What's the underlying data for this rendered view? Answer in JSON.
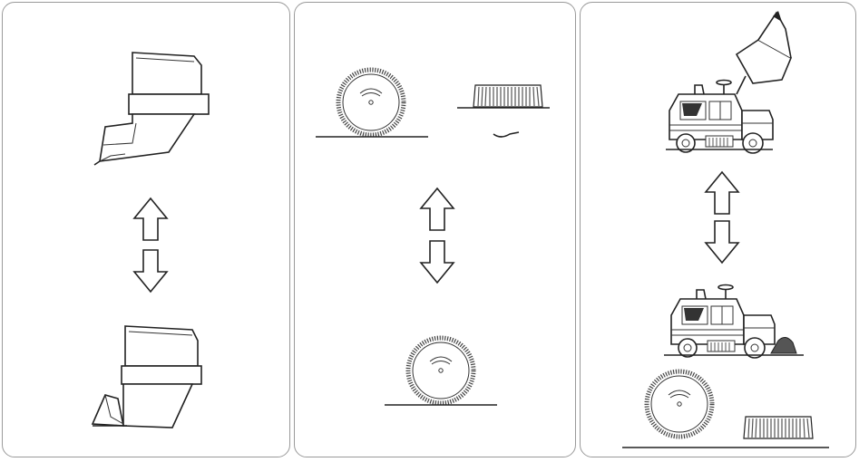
{
  "colors": {
    "panel_border": "#9a9a9a",
    "line": "#222222",
    "bristle": "#555555"
  },
  "panels": [
    {
      "id": "hopper-position",
      "icons": [
        "hopper-raised-icon",
        "up-arrow-icon",
        "down-arrow-icon",
        "hopper-lowered-icon"
      ]
    },
    {
      "id": "brush-position",
      "icons": [
        "side-brush-icon",
        "main-brush-icon",
        "up-arrow-icon",
        "down-arrow-icon",
        "side-brush-lowered-icon"
      ]
    },
    {
      "id": "sweeper-operation",
      "icons": [
        "sweeper-dumping-icon",
        "up-arrow-icon",
        "down-arrow-icon",
        "sweeper-sweeping-icon",
        "side-brush-icon",
        "main-brush-icon"
      ]
    }
  ]
}
